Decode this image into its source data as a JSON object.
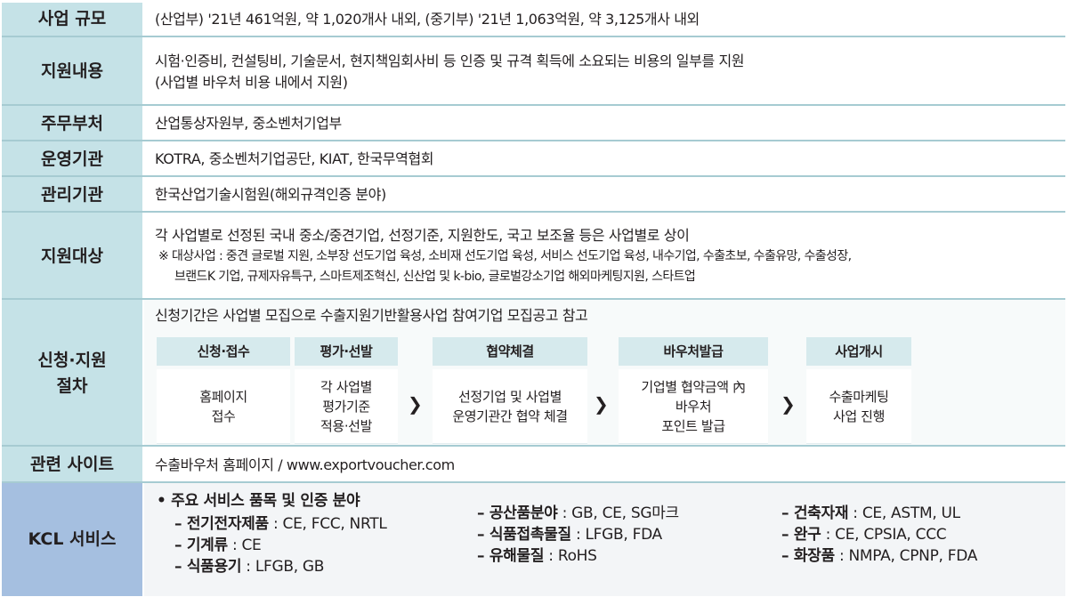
{
  "rows": {
    "scale": {
      "label": "사업 규모",
      "text": "(산업부) '21년 461억원, 약 1,020개사 내외, (중기부) '21년 1,063억원, 약 3,125개사 내외"
    },
    "support_content": {
      "label": "지원내용",
      "line1": "시험·인증비, 컨설팅비, 기술문서, 현지책임회사비 등 인증 및 규격 획득에 소요되는 비용의 일부를 지원",
      "line2": "(사업별 바우처 비용 내에서 지원)"
    },
    "ministry": {
      "label": "주무부처",
      "text": "산업통상자원부, 중소벤처기업부"
    },
    "operator": {
      "label": "운영기관",
      "text": "KOTRA, 중소벤처기업공단, KIAT, 한국무역협회"
    },
    "manager": {
      "label": "관리기관",
      "text": "한국산업기술시험원(해외규격인증 분야)"
    },
    "target": {
      "label": "지원대상",
      "line1": "각 사업별로 선정된 국내 중소/중견기업, 선정기준, 지원한도, 국고 보조율 등은 사업별로 상이",
      "note1": "※ 대상사업 : 중견 글로벌 지원, 소부장 선도기업 육성, 소비재 선도기업 육성, 서비스 선도기업 육성, 내수기업, 수출초보, 수출유망, 수출성장,",
      "note2": "브랜드K 기업, 규제자유특구, 스마트제조혁신, 신산업 및 k-bio, 글로벌강소기업 해외마케팅지원, 스타트업"
    },
    "procedure": {
      "label_line1": "신청·지원",
      "label_line2": "절차",
      "intro": "신청기간은 사업별 모집으로 수출지원기반활용사업 참여기업 모집공고 참고",
      "steps": [
        {
          "title": "신청·접수",
          "lines": [
            "홈페이지",
            "접수"
          ]
        },
        {
          "title": "평가·선발",
          "lines": [
            "각 사업별",
            "평가기준",
            "적용·선발"
          ]
        },
        {
          "title": "협약체결",
          "lines": [
            "선정기업 및 사업별",
            "운영기관간 협약 체결"
          ]
        },
        {
          "title": "바우처발급",
          "lines": [
            "기업별 협약금액 內",
            "바우처",
            "포인트 발급"
          ]
        },
        {
          "title": "사업개시",
          "lines": [
            "수출마케팅",
            "사업 진행"
          ]
        }
      ],
      "arrow": "❯"
    },
    "site": {
      "label": "관련 사이트",
      "text": "수출바우처 홈페이지 / www.exportvoucher.com"
    },
    "kcl": {
      "label": "KCL 서비스",
      "heading": "• 주요 서비스 품목 및 인증 분야",
      "col1": [
        {
          "name": "– 전기전자제품",
          "value": " : CE, FCC, NRTL"
        },
        {
          "name": "– 기계류",
          "value": " : CE"
        },
        {
          "name": "– 식품용기",
          "value": " : LFGB, GB"
        }
      ],
      "col2": [
        {
          "name": "– 공산품분야",
          "value": " : GB, CE, SG마크"
        },
        {
          "name": "– 식품접촉물질",
          "value": " : LFGB, FDA"
        },
        {
          "name": "– 유해물질",
          "value": " : RoHS"
        }
      ],
      "col3": [
        {
          "name": "– 건축자재",
          "value": " : CE, ASTM, UL"
        },
        {
          "name": "– 완구",
          "value": " : CE, CPSIA, CCC"
        },
        {
          "name": "– 화장품",
          "value": " : NMPA, CPNP, FDA"
        }
      ]
    }
  }
}
